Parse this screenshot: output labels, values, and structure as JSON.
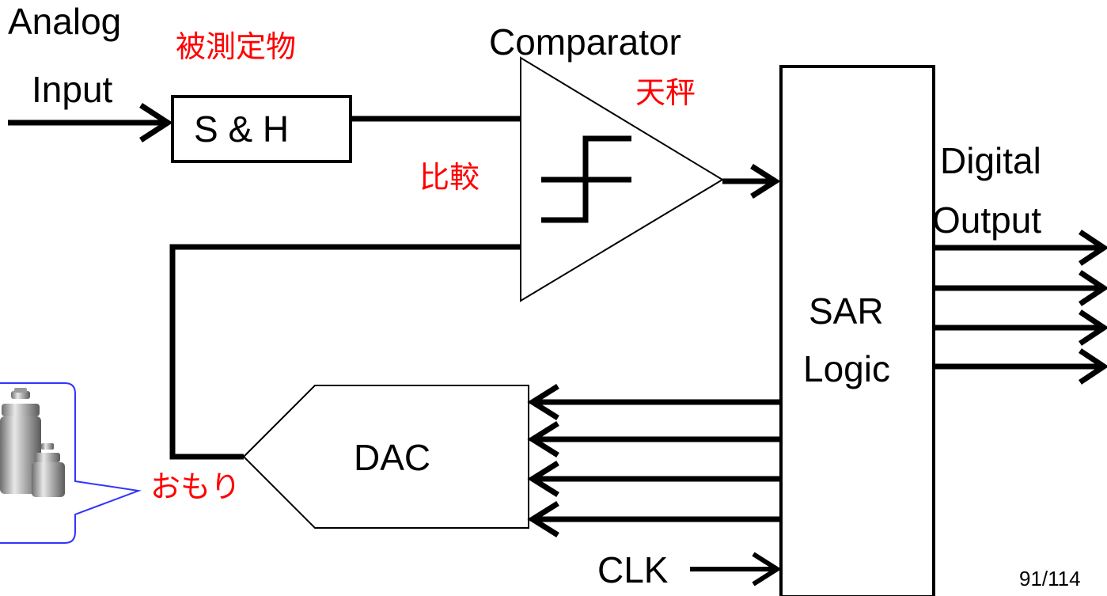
{
  "diagram": {
    "analog_label_line1": "Analog",
    "analog_label_line2": "Input",
    "sh_label": "S & H",
    "comparator_label": "Comparator",
    "sar_label_line1": "SAR",
    "sar_label_line2": "Logic",
    "digital_label_line1": "Digital",
    "digital_label_line2": "Output",
    "dac_label": "DAC",
    "clk_label": "CLK",
    "page_number": "91/114",
    "annotations": {
      "measured_object": "被測定物",
      "balance": "天秤",
      "compare": "比較",
      "weights": "おもり"
    },
    "colors": {
      "line": "#000000",
      "annotation": "#ff0000",
      "callout_border": "#3333ff"
    },
    "callout_image": "balance-weights-photo"
  }
}
